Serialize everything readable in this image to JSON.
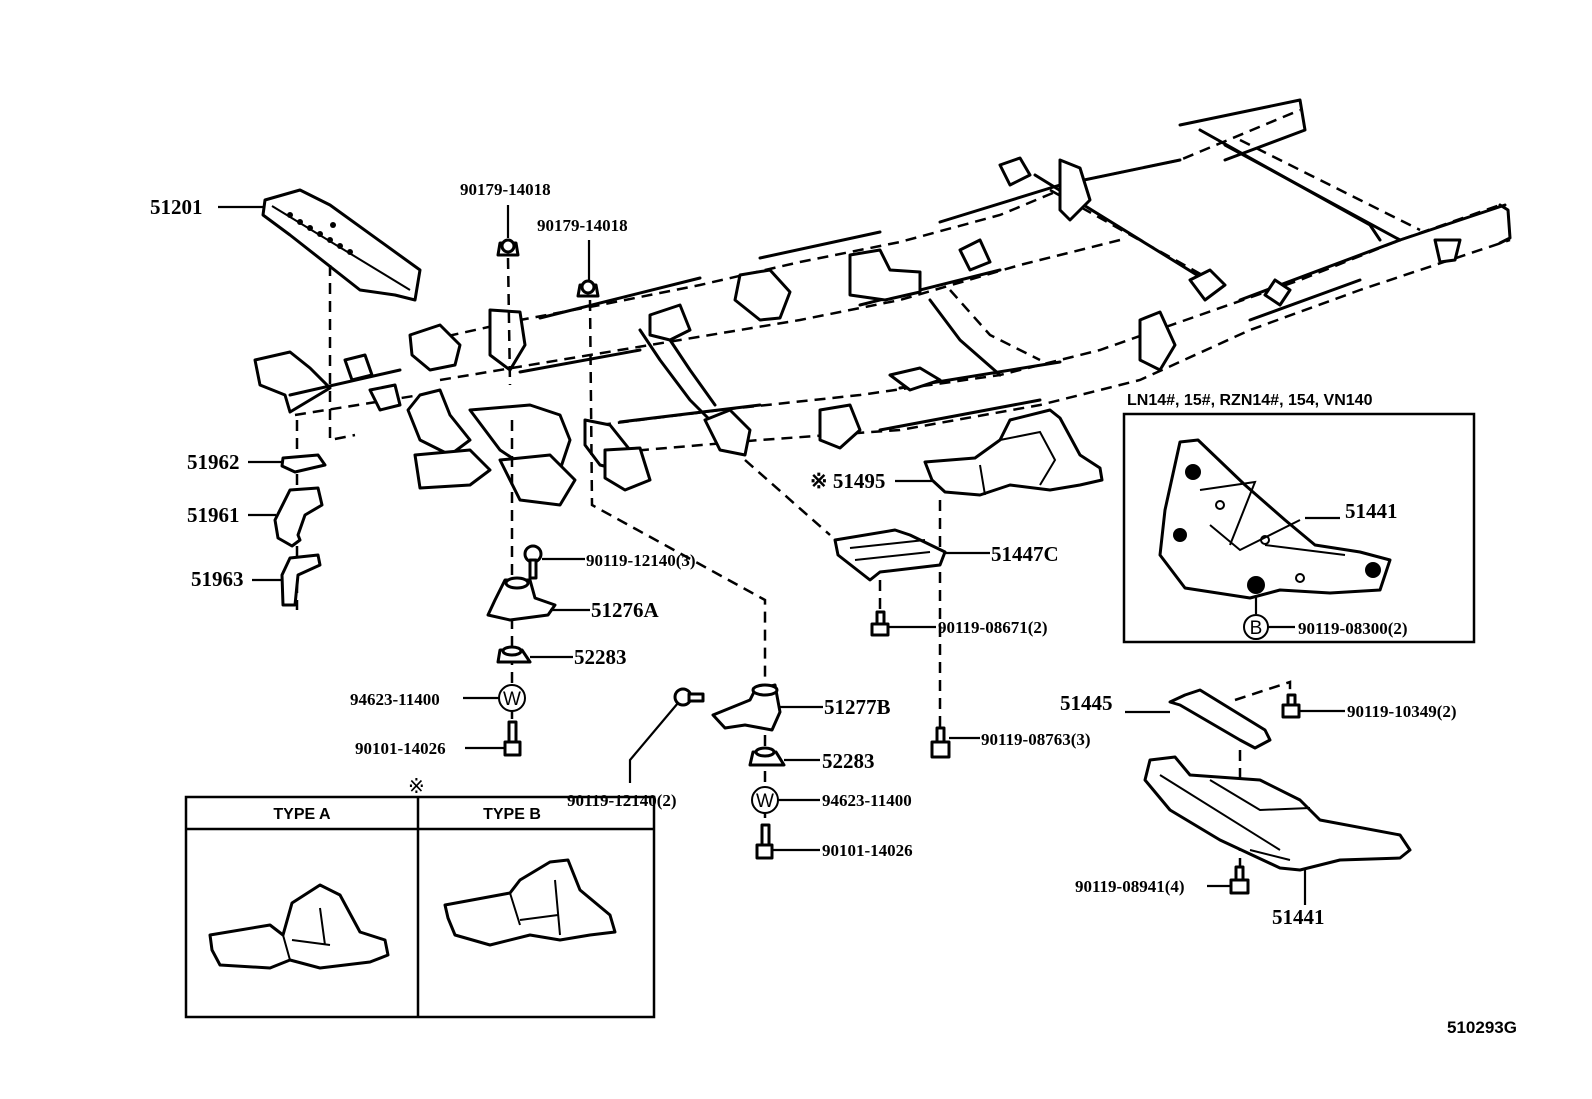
{
  "diagram": {
    "title_code": "510293G",
    "variant_note": "LN14#, 15#, RZN14#, 154, VN140",
    "type_table": {
      "marker": "※",
      "headers": [
        "TYPE A",
        "TYPE B"
      ]
    },
    "callouts": {
      "p51201": "51201",
      "p90179_a": "90179-14018",
      "p90179_b": "90179-14018",
      "p51962": "51962",
      "p51961": "51961",
      "p51963": "51963",
      "p90119_12140_3": "90119-12140(3)",
      "p51276A": "51276A",
      "p52283_a": "52283",
      "p94623_a": "94623-11400",
      "p90101_a": "90101-14026",
      "p90119_12140_2": "90119-12140(2)",
      "p51277B": "51277B",
      "p52283_b": "52283",
      "p94623_b": "94623-11400",
      "p90101_b": "90101-14026",
      "p51495": "※ 51495",
      "p51447C": "51447C",
      "p90119_08671": "90119-08671(2)",
      "p90119_08763": "90119-08763(3)",
      "p51441_inset": "51441",
      "p90119_08300": "90119-08300(2)",
      "p51445": "51445",
      "p90119_10349": "90119-10349(2)",
      "p90119_08941": "90119-08941(4)",
      "p51441_main": "51441"
    },
    "circle_symbols": {
      "washer_a": "W",
      "washer_b": "W",
      "bolt_b": "B"
    }
  }
}
